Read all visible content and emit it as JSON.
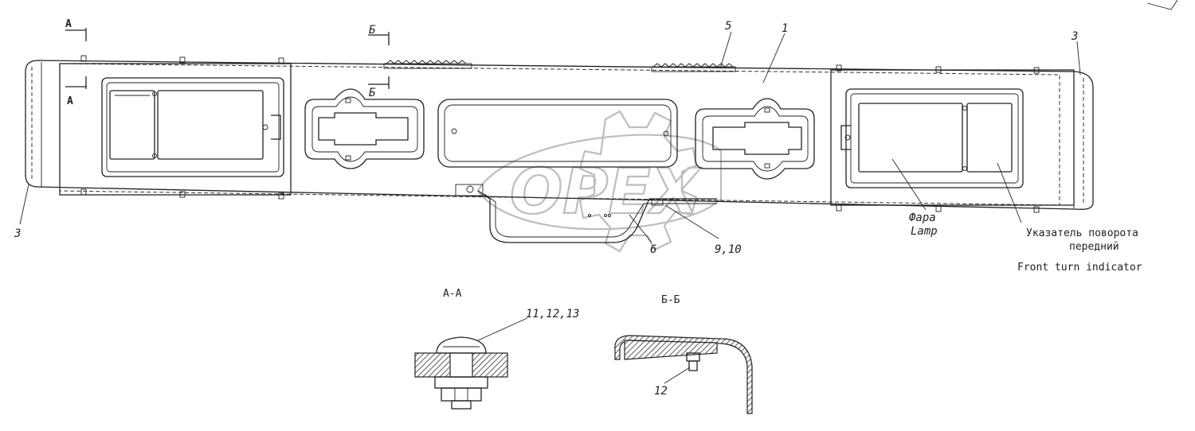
{
  "diagram": {
    "watermark_text": "OPEX",
    "callouts": {
      "c1": "1",
      "c3_left": "3",
      "c3_right": "3",
      "c5": "5",
      "c6": "6",
      "c9_10": "9,10",
      "c11_12_13": "11,12,13",
      "c12": "12"
    },
    "section_marks": {
      "a_top": "А",
      "a_bottom": "А",
      "b_top": "Б",
      "b_bottom": "Б"
    },
    "section_titles": {
      "aa": "А-А",
      "bb": "Б-Б"
    },
    "part_labels": {
      "lamp_ru": "Фара",
      "lamp_en": "Lamp",
      "turn_ru_line1": "Указатель поворота",
      "turn_ru_line2": "передний",
      "turn_en": "Front turn indicator"
    }
  }
}
